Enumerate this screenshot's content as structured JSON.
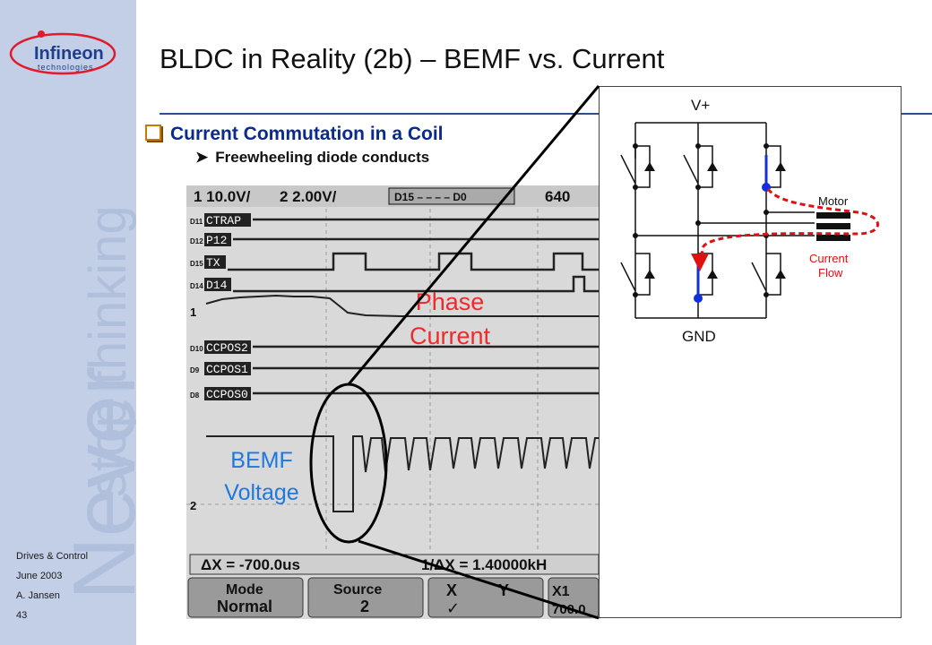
{
  "slide": {
    "title": "BLDC in Reality (2b) – BEMF vs. Current",
    "bullet_main": "Current Commutation in a Coil",
    "bullet_sub": "Freewheeling diode conducts"
  },
  "sidebar": {
    "logo_name": "Infineon",
    "logo_sub": "technologies",
    "watermark_line1": "Never",
    "watermark_line2": "stop thinking",
    "footer": [
      "Drives & Control",
      "June 2003",
      "A. Jansen",
      "43"
    ]
  },
  "scope": {
    "header_ch1": "1  10.0V/",
    "header_ch2": "2  2.00V/",
    "header_digital": "D15 – – – – D0",
    "header_time": "640",
    "channels": [
      "CTRAP",
      "P12",
      "TX",
      "D14",
      "CCPOS2",
      "CCPOS1",
      "CCPOS0"
    ],
    "channel_ids": [
      "D11",
      "D12",
      "D15",
      "D14",
      "D10",
      "D9",
      "D8"
    ],
    "marker_1": "1",
    "marker_2": "2",
    "dx": "ΔX = -700.0us",
    "inv_dx": "1/ΔX = 1.40000kH",
    "softkeys": {
      "mode_top": "Mode",
      "mode_val": "Normal",
      "source_top": "Source",
      "source_val": "2",
      "x_label": "X",
      "y_label": "Y",
      "check": "✓",
      "last_top": "X1",
      "last_val": "700.0"
    }
  },
  "annotations": {
    "phase_line1": "Phase",
    "phase_line2": "Current",
    "bemf_line1": "BEMF",
    "bemf_line2": "Voltage"
  },
  "circuit": {
    "vplus": "V+",
    "gnd": "GND",
    "motor": "Motor",
    "flow_line1": "Current",
    "flow_line2": "Flow"
  },
  "colors": {
    "sidebar": "#c3cfe6",
    "title_rule": "#2b4f8f",
    "bullet_blue": "#0a2a8c",
    "annotation_red": "#f02a2a",
    "annotation_blue": "#1f78e0",
    "current_flow": "#e01010",
    "conducting": "#1030e0"
  }
}
